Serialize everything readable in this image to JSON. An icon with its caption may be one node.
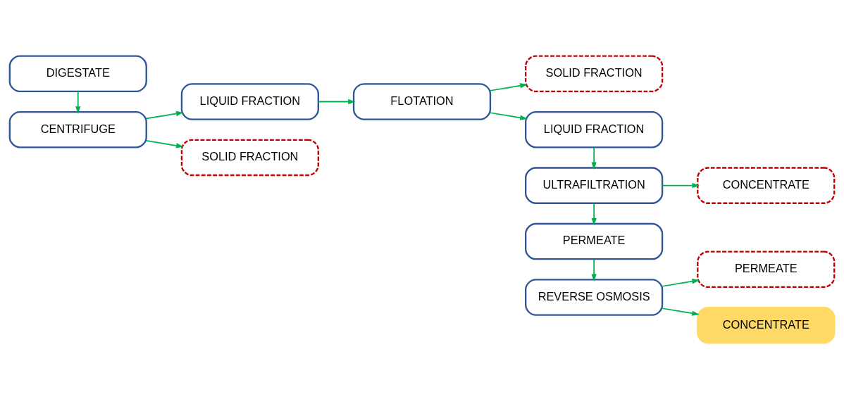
{
  "diagram": {
    "nodes": [
      {
        "text": [
          "DIGESTATE"
        ]
      },
      {
        "text": [
          "CENTRIFUGE"
        ]
      },
      {
        "text": [
          "LIQUID FRACTION"
        ]
      },
      {
        "text": [
          "SOLID FRACTION"
        ]
      },
      {
        "text": [
          "FLOTATION"
        ]
      },
      {
        "text": [
          "SOLID FRACTION"
        ]
      },
      {
        "text": [
          "LIQUID FRACTION"
        ]
      },
      {
        "text": [
          "ULTRAFILTRATION"
        ]
      },
      {
        "text": [
          "CONCENTRATE"
        ]
      },
      {
        "text": [
          "PERMEATE"
        ]
      },
      {
        "text": [
          "REVERSE OSMOSIS"
        ]
      },
      {
        "text": [
          "PERMEATE"
        ]
      },
      {
        "text": [
          "CONCENTRATE"
        ]
      }
    ],
    "edges": [
      {
        "from": 0,
        "to": 1,
        "arrow": "to"
      },
      {
        "from": 1,
        "to": 2,
        "arrow": "to"
      },
      {
        "from": 1,
        "to": 3,
        "arrow": "to"
      },
      {
        "from": 2,
        "to": 4,
        "arrow": "to"
      },
      {
        "from": 4,
        "to": 5,
        "arrow": "to"
      },
      {
        "from": 4,
        "to": 6,
        "arrow": "to"
      },
      {
        "from": 6,
        "to": 7,
        "arrow": "to"
      },
      {
        "from": 7,
        "to": 8,
        "arrow": "to"
      },
      {
        "from": 7,
        "to": 9,
        "arrow": "to"
      },
      {
        "from": 9,
        "to": 10,
        "arrow": "to"
      },
      {
        "from": 10,
        "to": 11,
        "arrow": "to"
      },
      {
        "from": 10,
        "to": 12,
        "arrow": "to"
      }
    ]
  }
}
